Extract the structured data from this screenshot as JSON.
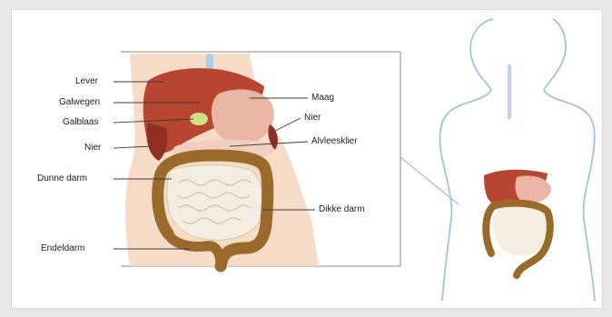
{
  "diagram": {
    "labels": {
      "lever": "Lever",
      "galwegen": "Galwegen",
      "galblaas": "Galblaas",
      "nier_left": "Nier",
      "dunne_darm": "Dunne darm",
      "endeldarm": "Endeldarm",
      "maag": "Maag",
      "nier_right": "Nier",
      "alvleesklier": "Alvleesklier",
      "dikke_darm": "Dikke darm"
    },
    "colors": {
      "skin": "#f6dcc6",
      "liver": "#b8452f",
      "liver_shade": "#8f2e21",
      "stomach": "#eab5a5",
      "pancreas": "#f1cfc0",
      "gallbladder": "#cfe08a",
      "intestine": "#9a6a2a",
      "small_intestine": "#f3ede2",
      "body_outline": "#9ec2e6",
      "box": "#8a8a8a",
      "leader": "#3a3a3a"
    },
    "icons": [
      "torso-figure",
      "digestive-organs"
    ]
  }
}
